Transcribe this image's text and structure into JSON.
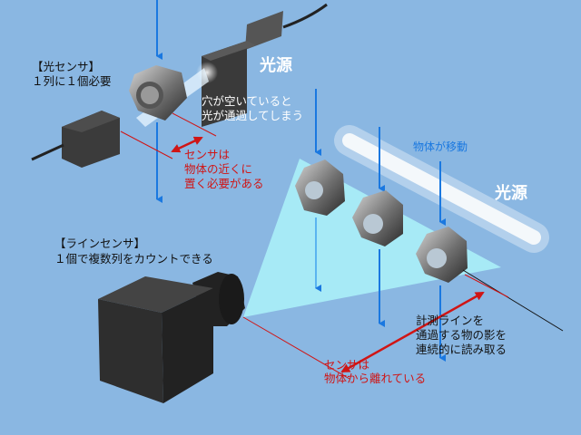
{
  "photo_sensor": {
    "title": "【光センサ】",
    "subtitle": "１列に１個必要",
    "light_source": "光源",
    "hole_note": [
      "穴が空いていると",
      "光が通過してしまう"
    ],
    "distance_note": [
      "センサは",
      "物体の近くに",
      "置く必要がある"
    ]
  },
  "line_sensor": {
    "title": "【ラインセンサ】",
    "subtitle": "１個で複数列をカウントできる",
    "light_source": "光源",
    "movement_note": "物体が移動",
    "measure_note": [
      "計測ラインを",
      "通過する物の影を",
      "連続的に読み取る"
    ],
    "distance_note": [
      "センサは",
      "物体から離れている"
    ]
  },
  "colors": {
    "background": "#8ab7e2",
    "beam": "#a9ecf7",
    "arrow": "#1a78e0",
    "annotation": "#d01515"
  }
}
